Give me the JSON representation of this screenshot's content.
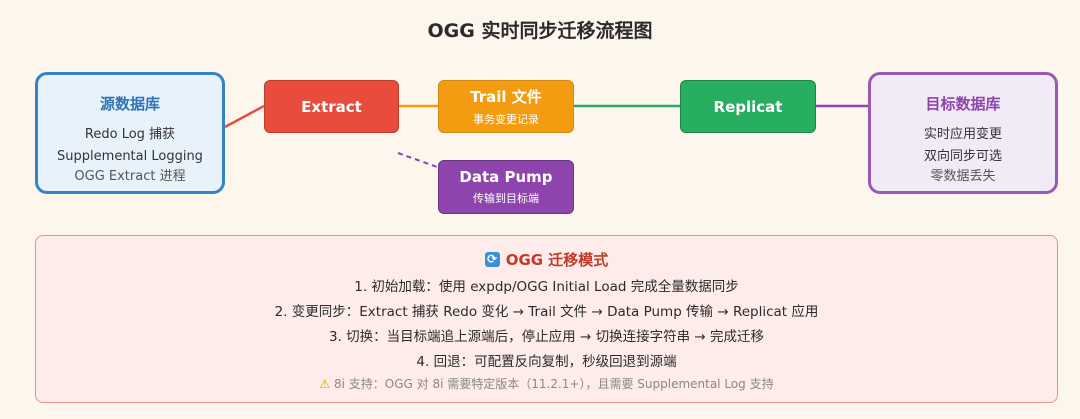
{
  "title": "OGG 实时同步迁移流程图",
  "source_db": {
    "heading": "源数据库",
    "lines": [
      "Redo Log 捕获",
      "Supplemental Logging",
      "OGG Extract 进程"
    ]
  },
  "target_db": {
    "heading": "目标数据库",
    "lines": [
      "实时应用变更",
      "双向同步可选",
      "零数据丢失"
    ]
  },
  "nodes": {
    "extract": {
      "name": "Extract"
    },
    "trail": {
      "name": "Trail 文件",
      "sub": "事务变更记录"
    },
    "replicat": {
      "name": "Replicat"
    },
    "pump": {
      "name": "Data Pump",
      "sub": "传输到目标端"
    }
  },
  "modes": {
    "heading": "OGG 迁移模式",
    "steps": [
      "1. 初始加载：使用 expdp/OGG Initial Load 完成全量数据同步",
      "2. 变更同步：Extract 捕获 Redo 变化 → Trail 文件 → Data Pump 传输 → Replicat 应用",
      "3. 切换：当目标端追上源端后，停止应用 → 切换连接字符串 → 完成迁移",
      "4. 回退：可配置反向复制，秒级回退到源端"
    ],
    "note": "8i 支持：OGG 对 8i 需要特定版本（11.2.1+），且需要 Supplemental Log 支持"
  },
  "colors": {
    "source": "#3583c7",
    "extract": "#e84c3d",
    "trail": "#f39c12",
    "replicat": "#27ae60",
    "pump": "#8e44ad",
    "target": "#9b59b6"
  },
  "icons": {
    "modes": "sync-icon",
    "note": "warning-icon"
  }
}
